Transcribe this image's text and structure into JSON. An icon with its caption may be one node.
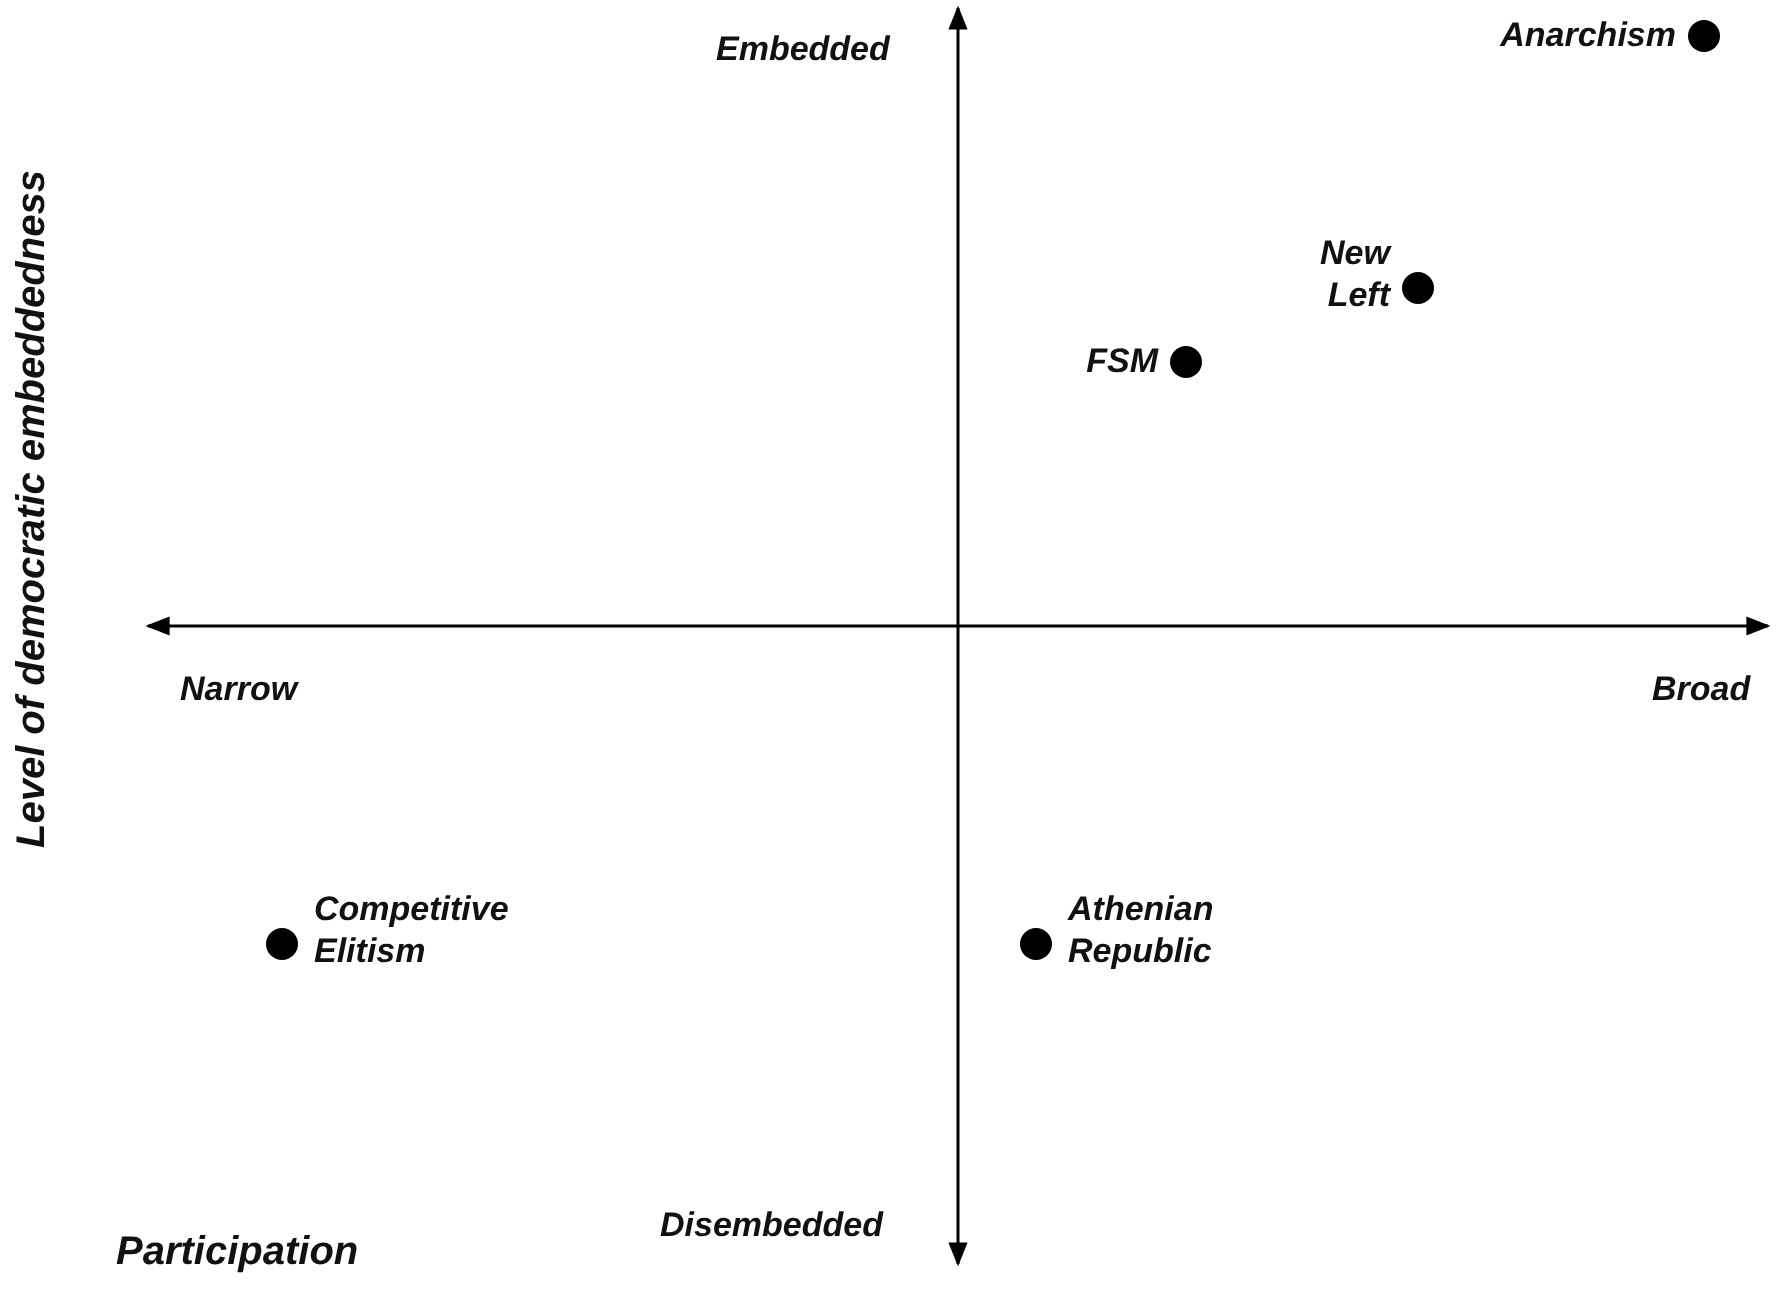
{
  "diagram": {
    "nodes": [
      {
        "text": [],
        "shape": "circle",
        "beside": [
          "Anarchism"
        ]
      },
      {
        "text": [],
        "shape": "circle",
        "beside": [
          "New Left"
        ]
      },
      {
        "text": [],
        "shape": "circle",
        "beside": [
          "FSM"
        ]
      },
      {
        "text": [],
        "shape": "circle",
        "beside": [
          "Competitive Elitism"
        ]
      },
      {
        "text": [],
        "shape": "circle",
        "beside": [
          "Athenian Republic"
        ]
      }
    ],
    "edges": [],
    "labels": [
      "Embedded",
      "Level of democratic embeddedness",
      "Narrow",
      "Broad",
      "Disembedded",
      "Participation"
    ]
  }
}
